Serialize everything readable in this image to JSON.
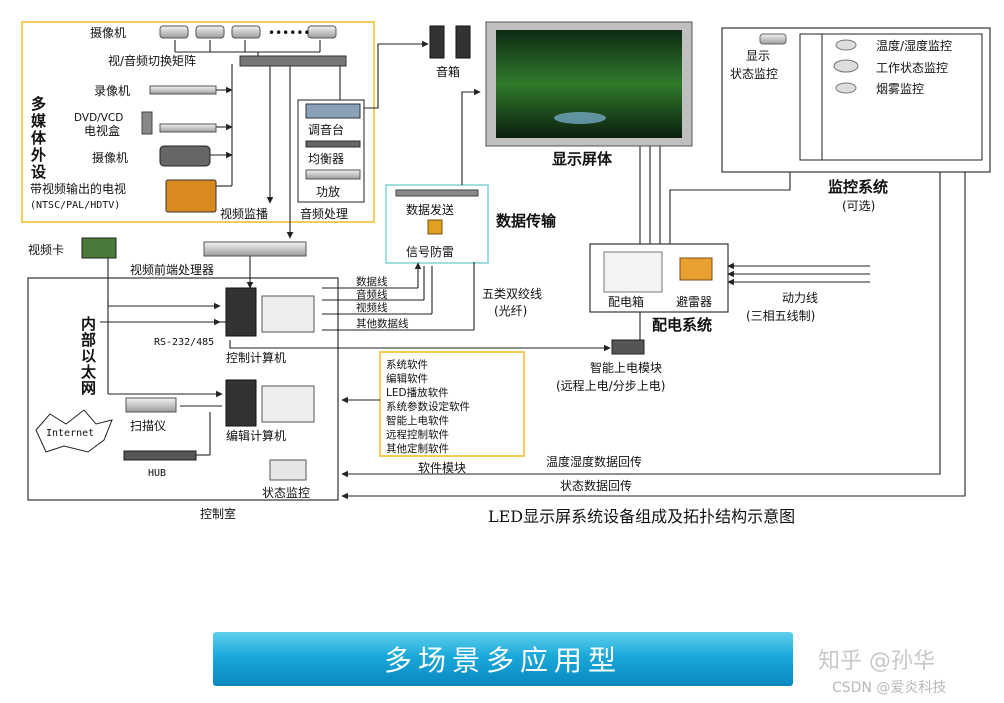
{
  "title": "LED显示屏系统设备组成及拓扑结构示意图",
  "banner": "多场景多应用型",
  "watermark": {
    "zhihu": "知乎 @孙华",
    "csdn": "CSDN @爱炎科技"
  },
  "multimedia": {
    "group": "多媒体外设",
    "camera_top": "摄像机",
    "matrix": "视/音频切换矩阵",
    "recorder": "录像机",
    "dvd1": "DVD/VCD",
    "dvd2": "电视盒",
    "camera2": "摄像机",
    "tv1": "带视频输出的电视",
    "tv2": "(NTSC/PAL/HDTV)",
    "video_monitor": "视频监播",
    "audio_proc": "音频处理",
    "mixer": "调音台",
    "equalizer": "均衡器",
    "amplifier": "功放",
    "dots": "••••••"
  },
  "speaker": "音箱",
  "screen": "显示屏体",
  "monitor": {
    "display1": "显示",
    "display2": "状态监控",
    "temp": "温度/湿度监控",
    "work": "工作状态监控",
    "smoke": "烟雾监控",
    "title": "监控系统",
    "optional": "(可选)"
  },
  "data_tx": {
    "send": "数据发送",
    "protect": "信号防雷",
    "title": "数据传输"
  },
  "cable": {
    "line1": "五类双绞线",
    "line2": "(光纤)"
  },
  "power": {
    "box": "配电箱",
    "arrester": "避雷器",
    "title": "配电系统",
    "line1": "动力线",
    "line2": "(三相五线制)",
    "module1": "智能上电模块",
    "module2": "(远程上电/分步上电)"
  },
  "video_card": "视频卡",
  "front_proc": "视频前端处理器",
  "lines": {
    "data": "数据线",
    "audio": "音频线",
    "video": "视频线",
    "other": "其他数据线"
  },
  "rs232": "RS-232/485",
  "ctrl_pc": "控制计算机",
  "ethernet": "内部以太网",
  "scanner": "扫描仪",
  "edit_pc": "编辑计算机",
  "internet": "Internet",
  "hub": "HUB",
  "status_mon": "状态监控",
  "ctrl_room": "控制室",
  "software": {
    "items": [
      "系统软件",
      "编辑软件",
      "LED播放软件",
      "系统参数设定软件",
      "智能上电软件",
      "远程控制软件",
      "其他定制软件"
    ],
    "title": "软件模块"
  },
  "feedback": {
    "temp": "温度湿度数据回传",
    "status": "状态数据回传"
  }
}
